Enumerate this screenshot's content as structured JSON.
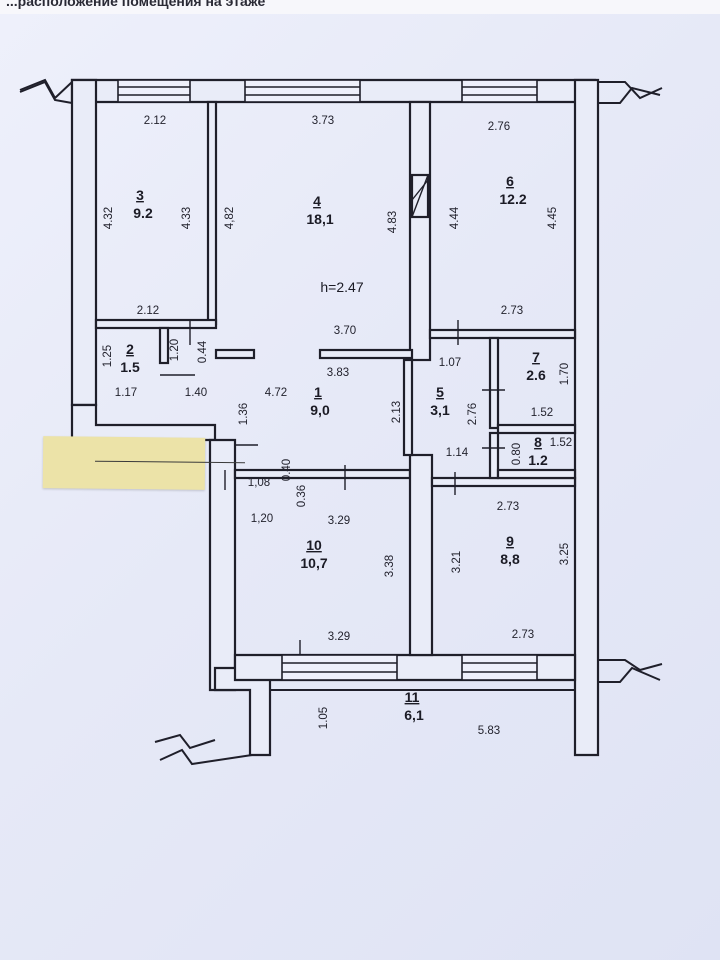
{
  "header": {
    "text": "...расположение помещения на этаже"
  },
  "ceiling_height": "h=2.47",
  "rooms": [
    {
      "num": "1",
      "area": "9,0"
    },
    {
      "num": "2",
      "area": "1.5"
    },
    {
      "num": "3",
      "area": "9.2"
    },
    {
      "num": "4",
      "area": "18,1"
    },
    {
      "num": "5",
      "area": "3,1"
    },
    {
      "num": "6",
      "area": "12.2"
    },
    {
      "num": "7",
      "area": "2.6"
    },
    {
      "num": "8",
      "area": "1.2"
    },
    {
      "num": "9",
      "area": "8,8"
    },
    {
      "num": "10",
      "area": "10,7"
    },
    {
      "num": "11",
      "area": "6,1"
    }
  ],
  "dims": {
    "d3_top": "2.12",
    "d3_left": "4.32",
    "d3_right": "4.33",
    "d3_bottom": "2.12",
    "d4_top": "3.73",
    "d4_left": "4,82",
    "d4_right": "4.83",
    "d4_bottom": "3.70",
    "d6_top": "2.76",
    "d6_left": "4.44",
    "d6_right": "4.45",
    "d6_bottom": "2.73",
    "d2_left": "1.25",
    "d2_right": "1.20",
    "d2_b1": "1.17",
    "d2_b2": "1.40",
    "d2_extra": "0.44",
    "d1_383": "3.83",
    "d1_472": "4.72",
    "d1_136": "1.36",
    "d1_213": "2.13",
    "d5_107": "1.07",
    "d5_276": "2.76",
    "d5_114": "1.14",
    "d7_170": "1.70",
    "d7_152": "1.52",
    "d8_080": "0.80",
    "d8_152": "1.52",
    "d10_108": "1,08",
    "d10_040": "0.40",
    "d10_036": "0.36",
    "d10_120": "1,20",
    "d10_top": "3.29",
    "d10_right": "3.38",
    "d10_bottom": "3.29",
    "d9_top": "2.73",
    "d9_left": "3.21",
    "d9_right": "3.25",
    "d9_bottom": "2.73",
    "d11_left": "1.05",
    "d11_bottom": "5.83"
  }
}
